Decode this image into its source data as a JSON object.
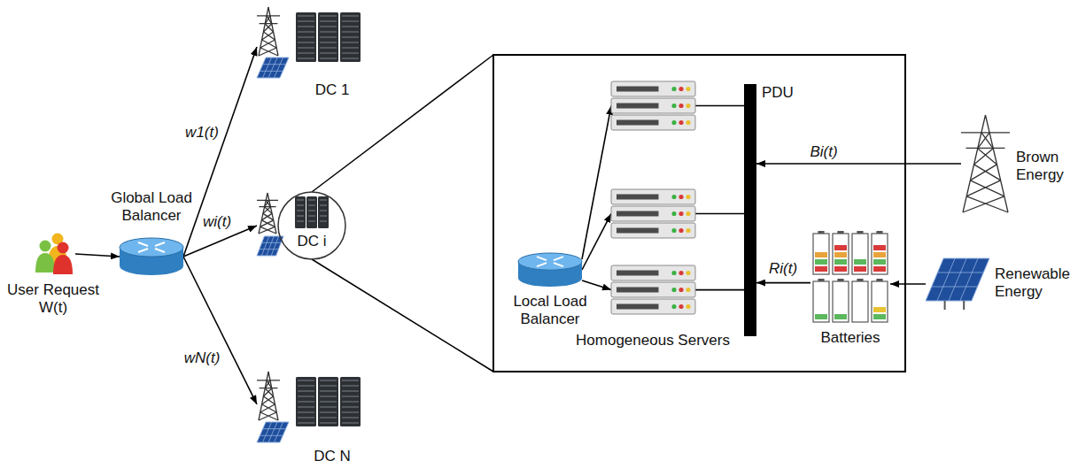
{
  "diagram": {
    "nodes": [
      {
        "text": [
          "User Request W(t)"
        ]
      },
      {
        "text": [
          "Global Load Balancer"
        ]
      },
      {
        "text": [
          "DC 1"
        ]
      },
      {
        "text": [
          "DC i"
        ]
      },
      {
        "text": [
          "DC N"
        ]
      },
      {
        "text": [
          "Local Load Balancer"
        ]
      },
      {
        "text": [
          "Homogeneous Servers"
        ]
      },
      {
        "text": [
          "PDU"
        ]
      },
      {
        "text": [
          "Batteries"
        ]
      },
      {
        "text": [
          "Brown Energy"
        ]
      },
      {
        "text": [
          "Renewable Energy"
        ]
      }
    ],
    "edges": [
      {
        "from": 0,
        "to": 1,
        "arrow": "to"
      },
      {
        "from": 1,
        "to": 2,
        "label": "w1(t)",
        "arrow": "to"
      },
      {
        "from": 1,
        "to": 3,
        "label": "wi(t)",
        "arrow": "to"
      },
      {
        "from": 1,
        "to": 4,
        "label": "wN(t)",
        "arrow": "to"
      },
      {
        "from": 5,
        "to": 6,
        "arrow": "to"
      },
      {
        "from": 5,
        "to": 6,
        "arrow": "to"
      },
      {
        "from": 5,
        "to": 6,
        "arrow": "to"
      },
      {
        "from": 6,
        "to": 7,
        "arrow": "none"
      },
      {
        "from": 6,
        "to": 7,
        "arrow": "none"
      },
      {
        "from": 6,
        "to": 7,
        "arrow": "none"
      },
      {
        "from": 9,
        "to": 7,
        "label": "Bi(t)",
        "arrow": "to"
      },
      {
        "from": 8,
        "to": 7,
        "label": "Ri(t)",
        "arrow": "to"
      },
      {
        "from": 10,
        "to": 8,
        "arrow": "to"
      }
    ]
  }
}
